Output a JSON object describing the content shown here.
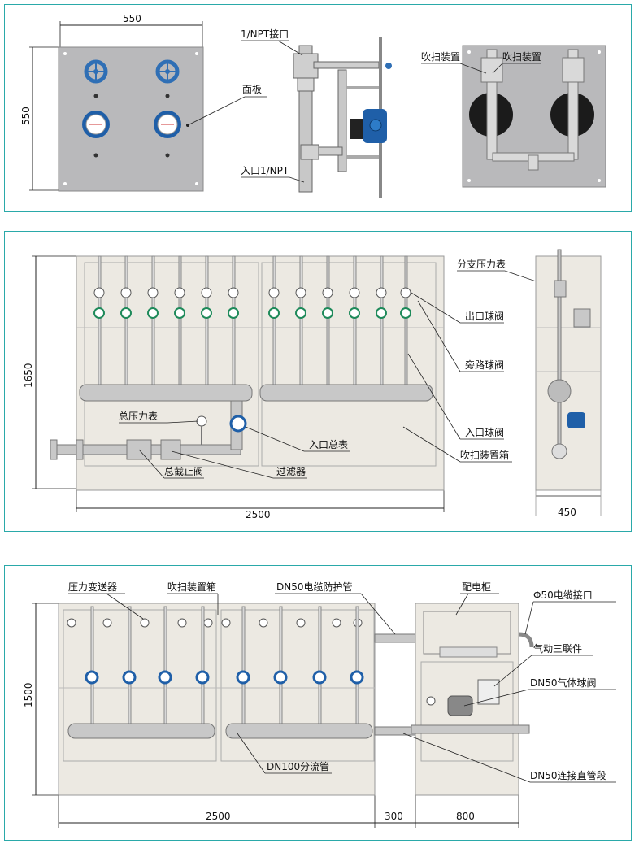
{
  "panel1": {
    "dim_width": "550",
    "dim_height": "550",
    "label_panel": "面板",
    "label_port_top": "1/NPT接口",
    "label_port_inlet": "入口1/NPT",
    "label_purge_left": "吹扫装置",
    "label_purge_right": "吹扫装置"
  },
  "panel2": {
    "dim_height": "1650",
    "dim_width": "2500",
    "dim_side_width": "450",
    "label_branch_gauge": "分支压力表",
    "label_outlet_valve": "出口球阀",
    "label_bypass_valve": "旁路球阀",
    "label_inlet_valve": "入口球阀",
    "label_purge_box": "吹扫装置箱",
    "label_total_gauge": "总压力表",
    "label_inlet_total_meter": "入口总表",
    "label_main_stop_valve": "总截止阀",
    "label_filter": "过滤器"
  },
  "panel3": {
    "dim_height": "1500",
    "dim_w1": "2500",
    "dim_w2": "300",
    "dim_w3": "800",
    "label_transmitter": "压力变送器",
    "label_purge_box": "吹扫装置箱",
    "label_cable_pipe": "DN50电缆防护管",
    "label_cabinet": "配电柜",
    "label_cable_port": "Φ50电缆接口",
    "label_pneumatic_triple": "气动三联件",
    "label_gas_ball_valve": "DN50气体球阀",
    "label_manifold": "DN100分流管",
    "label_straight_pipe": "DN50连接直管段"
  },
  "colors": {
    "border": "#2aa9a9",
    "plate": "#b9b9bb",
    "cabinet": "#ece9e2",
    "pipe": "#c8c8c8",
    "meter_blue": "#1f5fa8",
    "handwheel_blue": "#2f6fb5"
  }
}
